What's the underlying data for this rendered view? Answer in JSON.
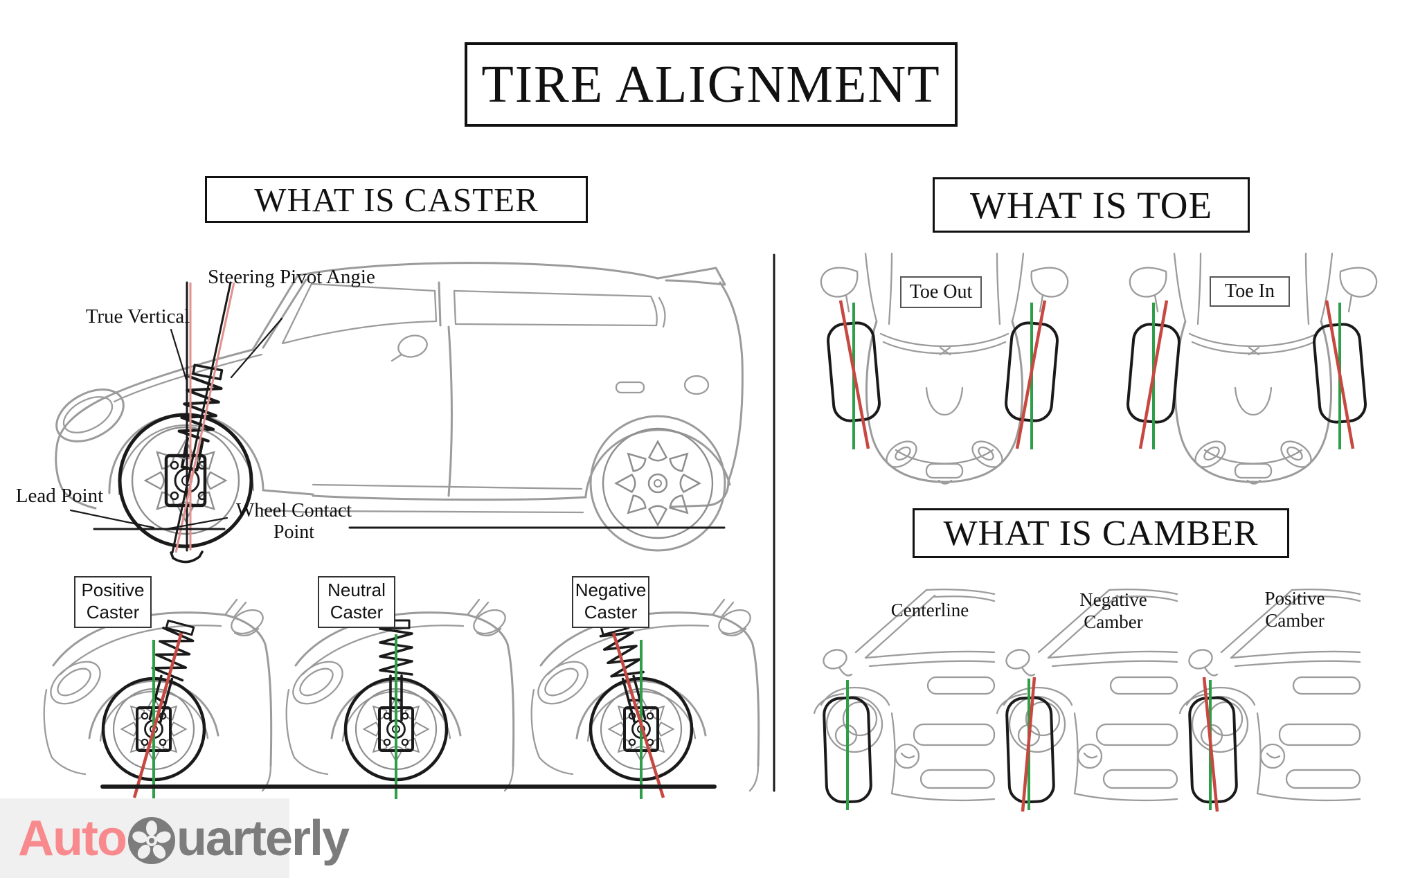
{
  "title": "TIRE ALIGNMENT",
  "caster": {
    "heading": "WHAT IS CASTER",
    "labels": {
      "steering_pivot": "Steering Pivot Angie",
      "true_vertical": "True Vertical",
      "lead_point": "Lead Point",
      "wheel_contact": "Wheel Contact Point"
    },
    "variants": [
      {
        "label": "Positive Caster"
      },
      {
        "label": "Neutral Caster"
      },
      {
        "label": "Negative Caster"
      }
    ]
  },
  "toe": {
    "heading": "WHAT IS TOE",
    "variants": [
      {
        "label": "Toe Out"
      },
      {
        "label": "Toe In"
      }
    ]
  },
  "camber": {
    "heading": "WHAT IS CAMBER",
    "variants": [
      {
        "label": "Centerline"
      },
      {
        "label": "Negative Camber"
      },
      {
        "label": "Positive Camber"
      }
    ]
  },
  "logo": {
    "prefix": "Auto",
    "suffix": "uarterly",
    "wheel_icon": "tire-wheel-q-icon"
  },
  "colors": {
    "annotation_green": "#2f9e48",
    "annotation_red": "#c74841",
    "annotation_salmon": "#e2918d",
    "line_art_gray": "#9b9b9b",
    "ink_black": "#1a1a1a",
    "logo_pink": "#f8898c",
    "logo_gray": "#7c7c7c",
    "logo_background": "#f0f0f0"
  }
}
